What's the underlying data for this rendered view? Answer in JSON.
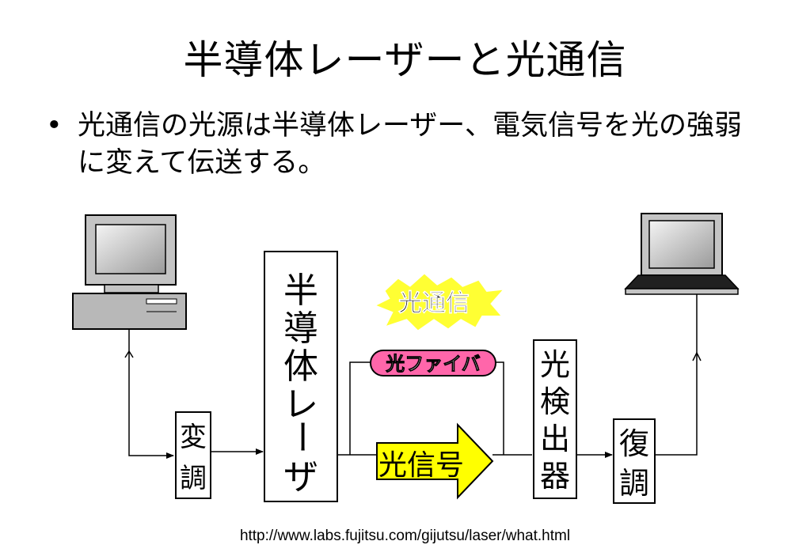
{
  "slide": {
    "title": "半導体レーザーと光通信",
    "bullet": "光通信の光源は半導体レーザー、電気信号を光の強弱に変えて伝送する。",
    "bullet_marker": "•",
    "source": "http://www.labs.fujitsu.com/gijutsu/laser/what.html"
  },
  "diagram": {
    "boxes": {
      "modulator": [
        "変",
        "調"
      ],
      "laser": [
        "半",
        "導",
        "体",
        "レ",
        "ー",
        "ザ"
      ],
      "detector": [
        "光",
        "検",
        "出",
        "器"
      ],
      "demodulator": [
        "復",
        "調"
      ]
    },
    "burst_label": "光通信",
    "fiber_label": "光ファイバ",
    "signal_label": "光信号",
    "colors": {
      "burst": "#ffff33",
      "fiber": "#ff66aa",
      "signal": "#ffff00",
      "computer_gray": "#b8b8b8"
    },
    "icons": {
      "sender": "desktop-computer-icon",
      "receiver": "laptop-computer-icon"
    }
  }
}
